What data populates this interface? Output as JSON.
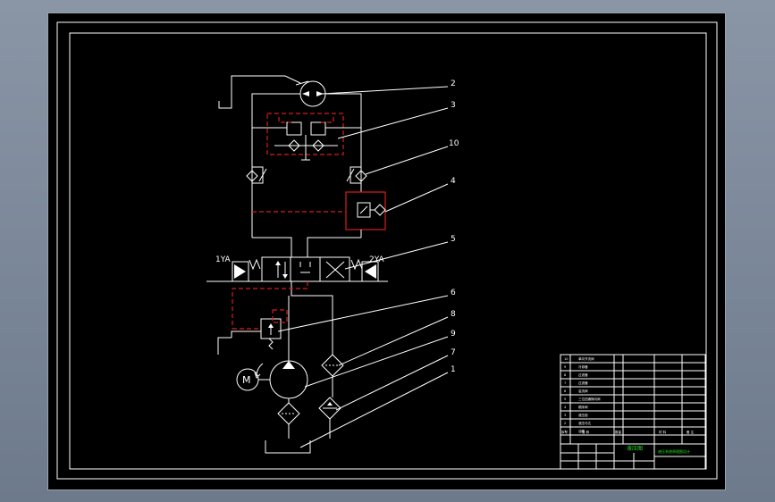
{
  "drawing": {
    "solenoids": {
      "left": "1YA",
      "right": "2YA"
    },
    "motor_label": "M",
    "callouts": [
      "2",
      "3",
      "10",
      "4",
      "5",
      "6",
      "8",
      "9",
      "7",
      "1"
    ],
    "colors": {
      "background": "#000000",
      "lines": "#ffffff",
      "pilot_lines": "#d41f1f",
      "title_text": "#22e022"
    }
  },
  "title_block": {
    "parts_rows": [
      {
        "no": "10",
        "name": "单向节流阀"
      },
      {
        "no": "9",
        "name": "冷却器"
      },
      {
        "no": "8",
        "name": "过滤器"
      },
      {
        "no": "7",
        "name": "过滤器"
      },
      {
        "no": "6",
        "name": "溢流阀"
      },
      {
        "no": "5",
        "name": "三位四通换向阀"
      },
      {
        "no": "4",
        "name": "顺序阀"
      },
      {
        "no": "3",
        "name": "液压锁"
      },
      {
        "no": "2",
        "name": "液压马达"
      },
      {
        "no": "1",
        "name": "油箱"
      }
    ],
    "header": {
      "no": "序号",
      "name": "名 称",
      "qty": "数量",
      "material": "材 料",
      "remark": "备 注"
    },
    "stamp": "液压图",
    "drawing_title": "液压系统原理图设计"
  }
}
